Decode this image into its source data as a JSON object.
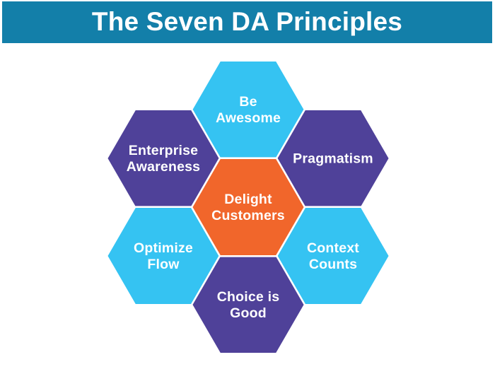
{
  "title": "The Seven DA Principles",
  "theme": {
    "banner_bg": "#137fa9",
    "page_bg": "#ffffff",
    "text_color": "#ffffff",
    "cyan": "#35c3f2",
    "purple": "#4f4199",
    "orange": "#f1662b",
    "seam_color": "#ffffff"
  },
  "hexagons": [
    {
      "id": "be-awesome",
      "position": "top",
      "l1": "Be",
      "l2": "Awesome",
      "color": "#35c3f2"
    },
    {
      "id": "enterprise-awareness",
      "position": "top-left",
      "l1": "Enterprise",
      "l2": "Awareness",
      "color": "#4f4199"
    },
    {
      "id": "pragmatism",
      "position": "top-right",
      "l1": "Pragmatism",
      "l2": "",
      "color": "#4f4199"
    },
    {
      "id": "delight-customers",
      "position": "center",
      "l1": "Delight",
      "l2": "Customers",
      "color": "#f1662b"
    },
    {
      "id": "optimize-flow",
      "position": "bottom-left",
      "l1": "Optimize",
      "l2": "Flow",
      "color": "#35c3f2"
    },
    {
      "id": "context-counts",
      "position": "bottom-right",
      "l1": "Context",
      "l2": "Counts",
      "color": "#35c3f2"
    },
    {
      "id": "choice-is-good",
      "position": "bottom",
      "l1": "Choice is",
      "l2": "Good",
      "color": "#4f4199"
    }
  ]
}
